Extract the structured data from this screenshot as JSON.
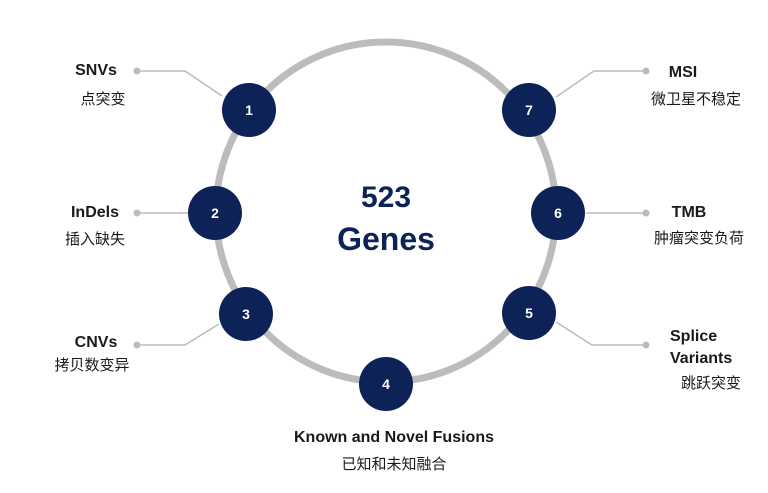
{
  "center": {
    "number": "523",
    "label": "Genes"
  },
  "colors": {
    "ring": "#bcbcbc",
    "node": "#0d2257",
    "connector": "#bcbcbc",
    "text": "#1a1a1a"
  },
  "nodes": [
    {
      "num": "1",
      "en": [
        "SNVs"
      ],
      "zh": "点突变"
    },
    {
      "num": "2",
      "en": [
        "InDels"
      ],
      "zh": "插入缺失"
    },
    {
      "num": "3",
      "en": [
        "CNVs"
      ],
      "zh": "拷贝数变异"
    },
    {
      "num": "4",
      "en": [
        "Known and Novel Fusions"
      ],
      "zh": "已知和未知融合"
    },
    {
      "num": "5",
      "en": [
        "Splice",
        "Variants"
      ],
      "zh": "跳跃突变"
    },
    {
      "num": "6",
      "en": [
        "TMB"
      ],
      "zh": "肿瘤突变负荷"
    },
    {
      "num": "7",
      "en": [
        "MSI"
      ],
      "zh": "微卫星不稳定"
    }
  ]
}
